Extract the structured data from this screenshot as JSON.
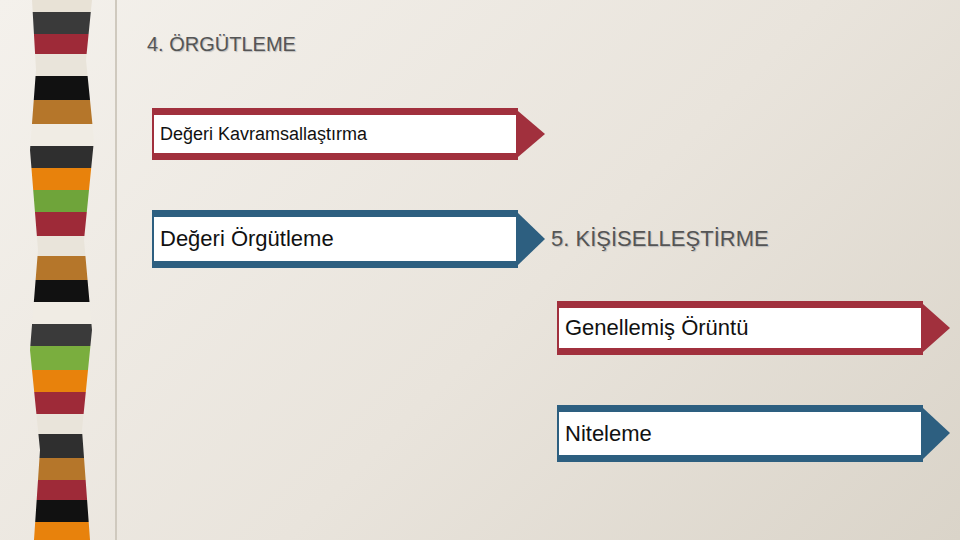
{
  "diagram": {
    "title": "4. ÖRGÜTLEME",
    "nodes": [
      {
        "text": [
          "Değeri Kavramsallaştırma"
        ]
      },
      {
        "text": [
          "Değeri Örgütleme"
        ]
      },
      {
        "text": [
          "Genellemiş Örüntü"
        ]
      },
      {
        "text": [
          "Niteleme"
        ]
      }
    ],
    "labels": [
      "5. KİŞİSELLEŞTİRME"
    ]
  }
}
